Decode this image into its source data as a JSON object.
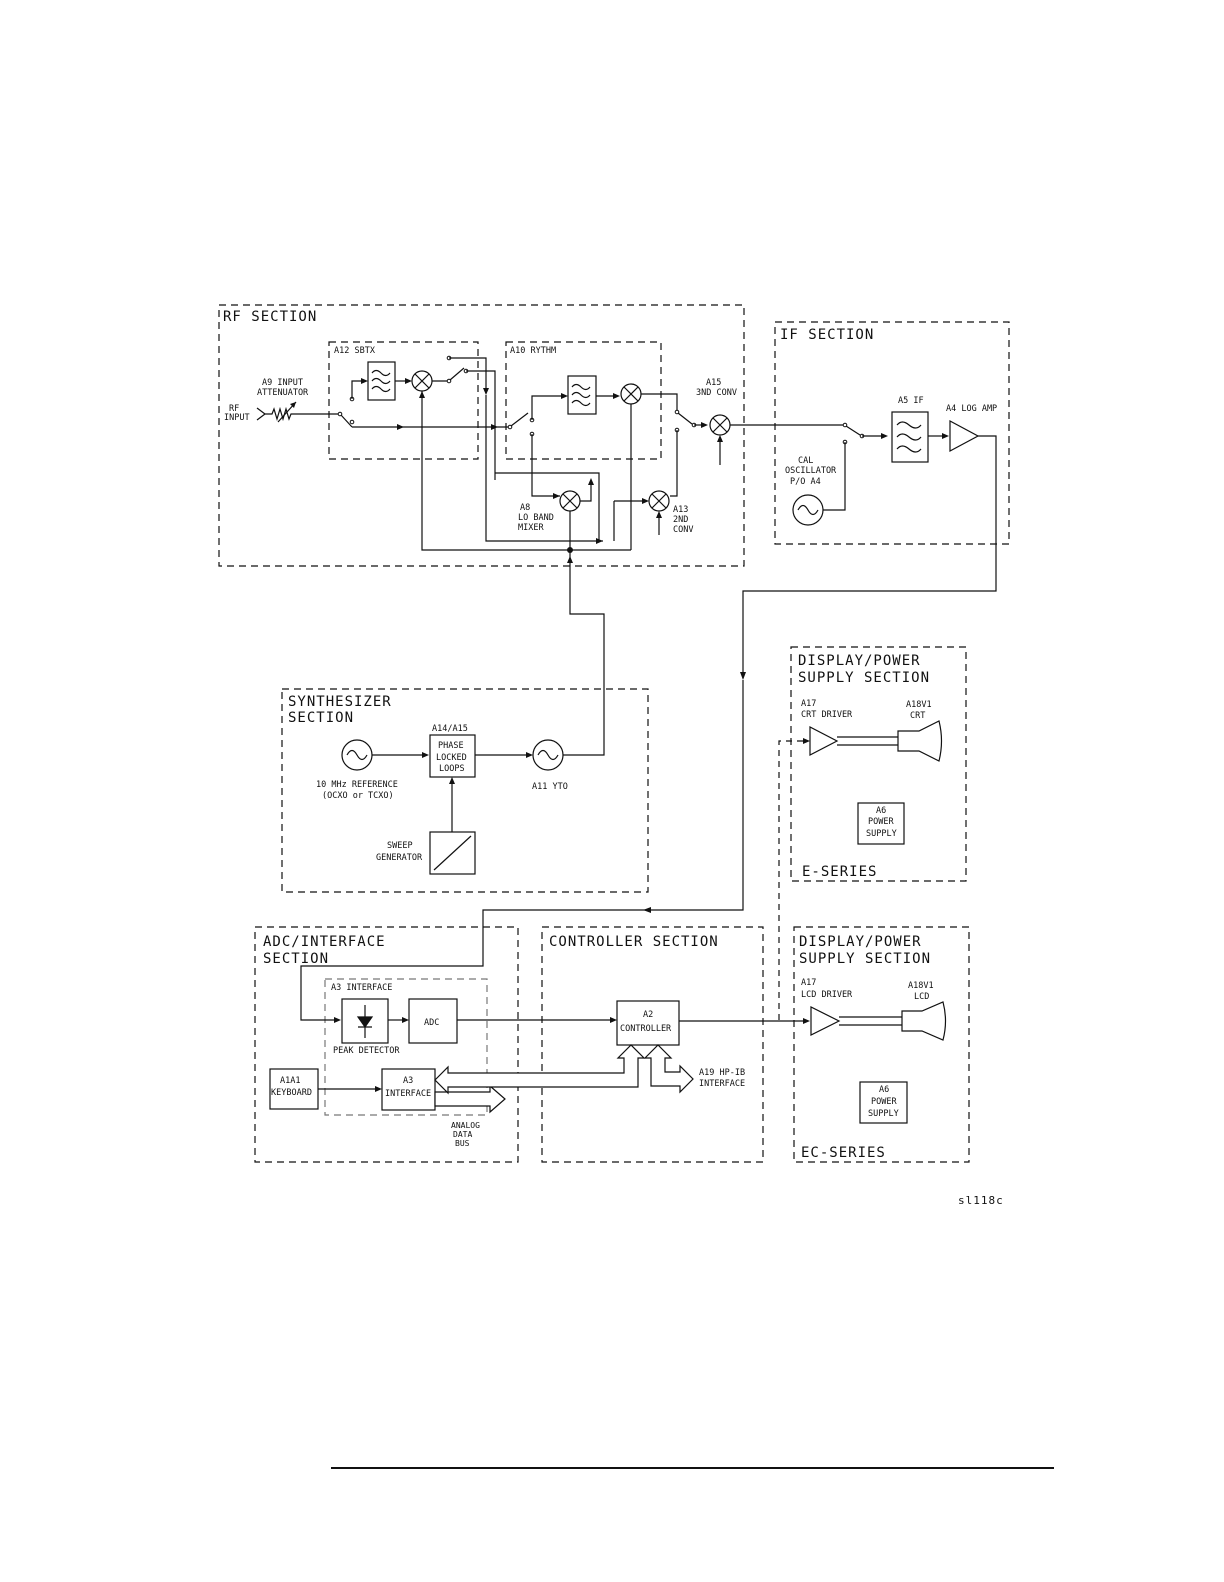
{
  "sections": {
    "rf": "RF SECTION",
    "if": "IF SECTION",
    "synth_1": "SYNTHESIZER",
    "synth_2": "SECTION",
    "adc_1": "ADC/INTERFACE",
    "adc_2": "SECTION",
    "controller": "CONTROLLER SECTION",
    "disp_e_1": "DISPLAY/POWER",
    "disp_e_2": "SUPPLY SECTION",
    "disp_e_series": "E-SERIES",
    "disp_ec_1": "DISPLAY/POWER",
    "disp_ec_2": "SUPPLY SECTION",
    "disp_ec_series": "EC-SERIES"
  },
  "rf": {
    "a12": "A12 SBTX",
    "a10": "A10 RYTHM",
    "a9_1": "A9 INPUT",
    "a9_2": "ATTENUATOR",
    "rf_input_1": "RF",
    "rf_input_2": "INPUT",
    "a15_1": "A15",
    "a15_2": "3ND CONV",
    "a8_1": "A8",
    "a8_2": "LO BAND",
    "a8_3": "MIXER",
    "a13_1": "A13",
    "a13_2": "2ND",
    "a13_3": "CONV"
  },
  "if": {
    "a5": "A5 IF",
    "a4": "A4 LOG AMP",
    "cal_1": "CAL",
    "cal_2": "OSCILLATOR",
    "cal_3": "P/O A4"
  },
  "synth": {
    "a14": "A14/A15",
    "pll_1": "PHASE",
    "pll_2": "LOCKED",
    "pll_3": "LOOPS",
    "ref_1": "10 MHz REFERENCE",
    "ref_2": "(OCXO or TCXO)",
    "yto": "A11 YTO",
    "sweep_1": "SWEEP",
    "sweep_2": "GENERATOR"
  },
  "disp_e": {
    "a17_1": "A17",
    "a17_2": "CRT DRIVER",
    "a18_1": "A18V1",
    "a18_2": "CRT",
    "ps_1": "A6",
    "ps_2": "POWER",
    "ps_3": "SUPPLY"
  },
  "disp_ec": {
    "a17_1": "A17",
    "a17_2": "LCD DRIVER",
    "a18_1": "A18V1",
    "a18_2": "LCD",
    "ps_1": "A6",
    "ps_2": "POWER",
    "ps_3": "SUPPLY"
  },
  "adc": {
    "a3_interface": "A3 INTERFACE",
    "adc": "ADC",
    "peak": "PEAK DETECTOR",
    "kbd_1": "A1A1",
    "kbd_2": "KEYBOARD",
    "a3_1": "A3",
    "a3_2": "INTERFACE",
    "bus_1": "ANALOG",
    "bus_2": "DATA",
    "bus_3": "BUS"
  },
  "controller": {
    "a2_1": "A2",
    "a2_2": "CONTROLLER",
    "a19_1": "A19 HP-IB",
    "a19_2": "INTERFACE"
  },
  "figure_id": "sl118c"
}
